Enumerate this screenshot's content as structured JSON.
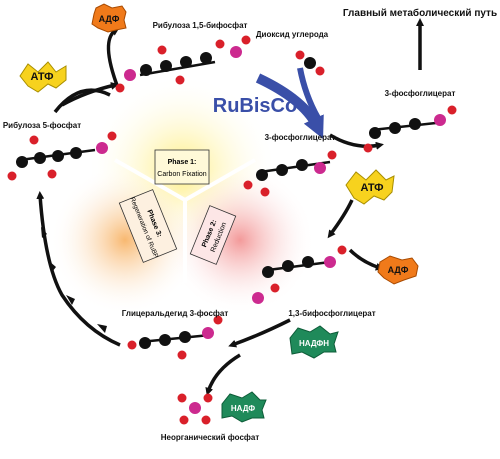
{
  "title": "Главный метаболический путь",
  "enzyme": "RuBisCo",
  "labels": {
    "ribulose_bisphosphate": "Рибулоза 1,5-бифосфат",
    "carbon_dioxide": "Диоксид углерода",
    "phosphoglycerate_top": "3-фосфоглицерат",
    "phosphoglycerate_mid": "3-фосфоглицерат",
    "ribulose_phosphate": "Рибулоза 5-фосфат",
    "bisphosphoglycerate": "1,3-бифосфоглицерат",
    "glyceraldehyde_phosphate": "Глицеральдегид 3-фосфат",
    "inorganic_phosphate": "Неорганический фосфат"
  },
  "badges": {
    "atp_left": "АТФ",
    "adp_top": "АДФ",
    "atp_right": "АТФ",
    "adp_right": "АДФ",
    "nadph": "НАДФН",
    "nadp": "НАДФ"
  },
  "phases": {
    "phase1_title": "Phase 1:",
    "phase1_name": "Carbon Fixation",
    "phase2_title": "Phase 2:",
    "phase2_name": "Reduction",
    "phase3_title": "Phase 3:",
    "phase3_name": "Regeneration of RuBP"
  },
  "colors": {
    "carbon": "#111111",
    "oxygen": "#d9202a",
    "phosphorus": "#cc2a8f",
    "hydrogen": "#ffffff",
    "enzyme": "#3a4fa8",
    "atp_badge": "#f7d21e",
    "adp_badge": "#f07a1a",
    "nadph_badge": "#1f8a5a",
    "phase1_glow": "#fff3a0",
    "phase2_glow": "#f5a3a3",
    "phase3_glow": "#f9c48a"
  }
}
